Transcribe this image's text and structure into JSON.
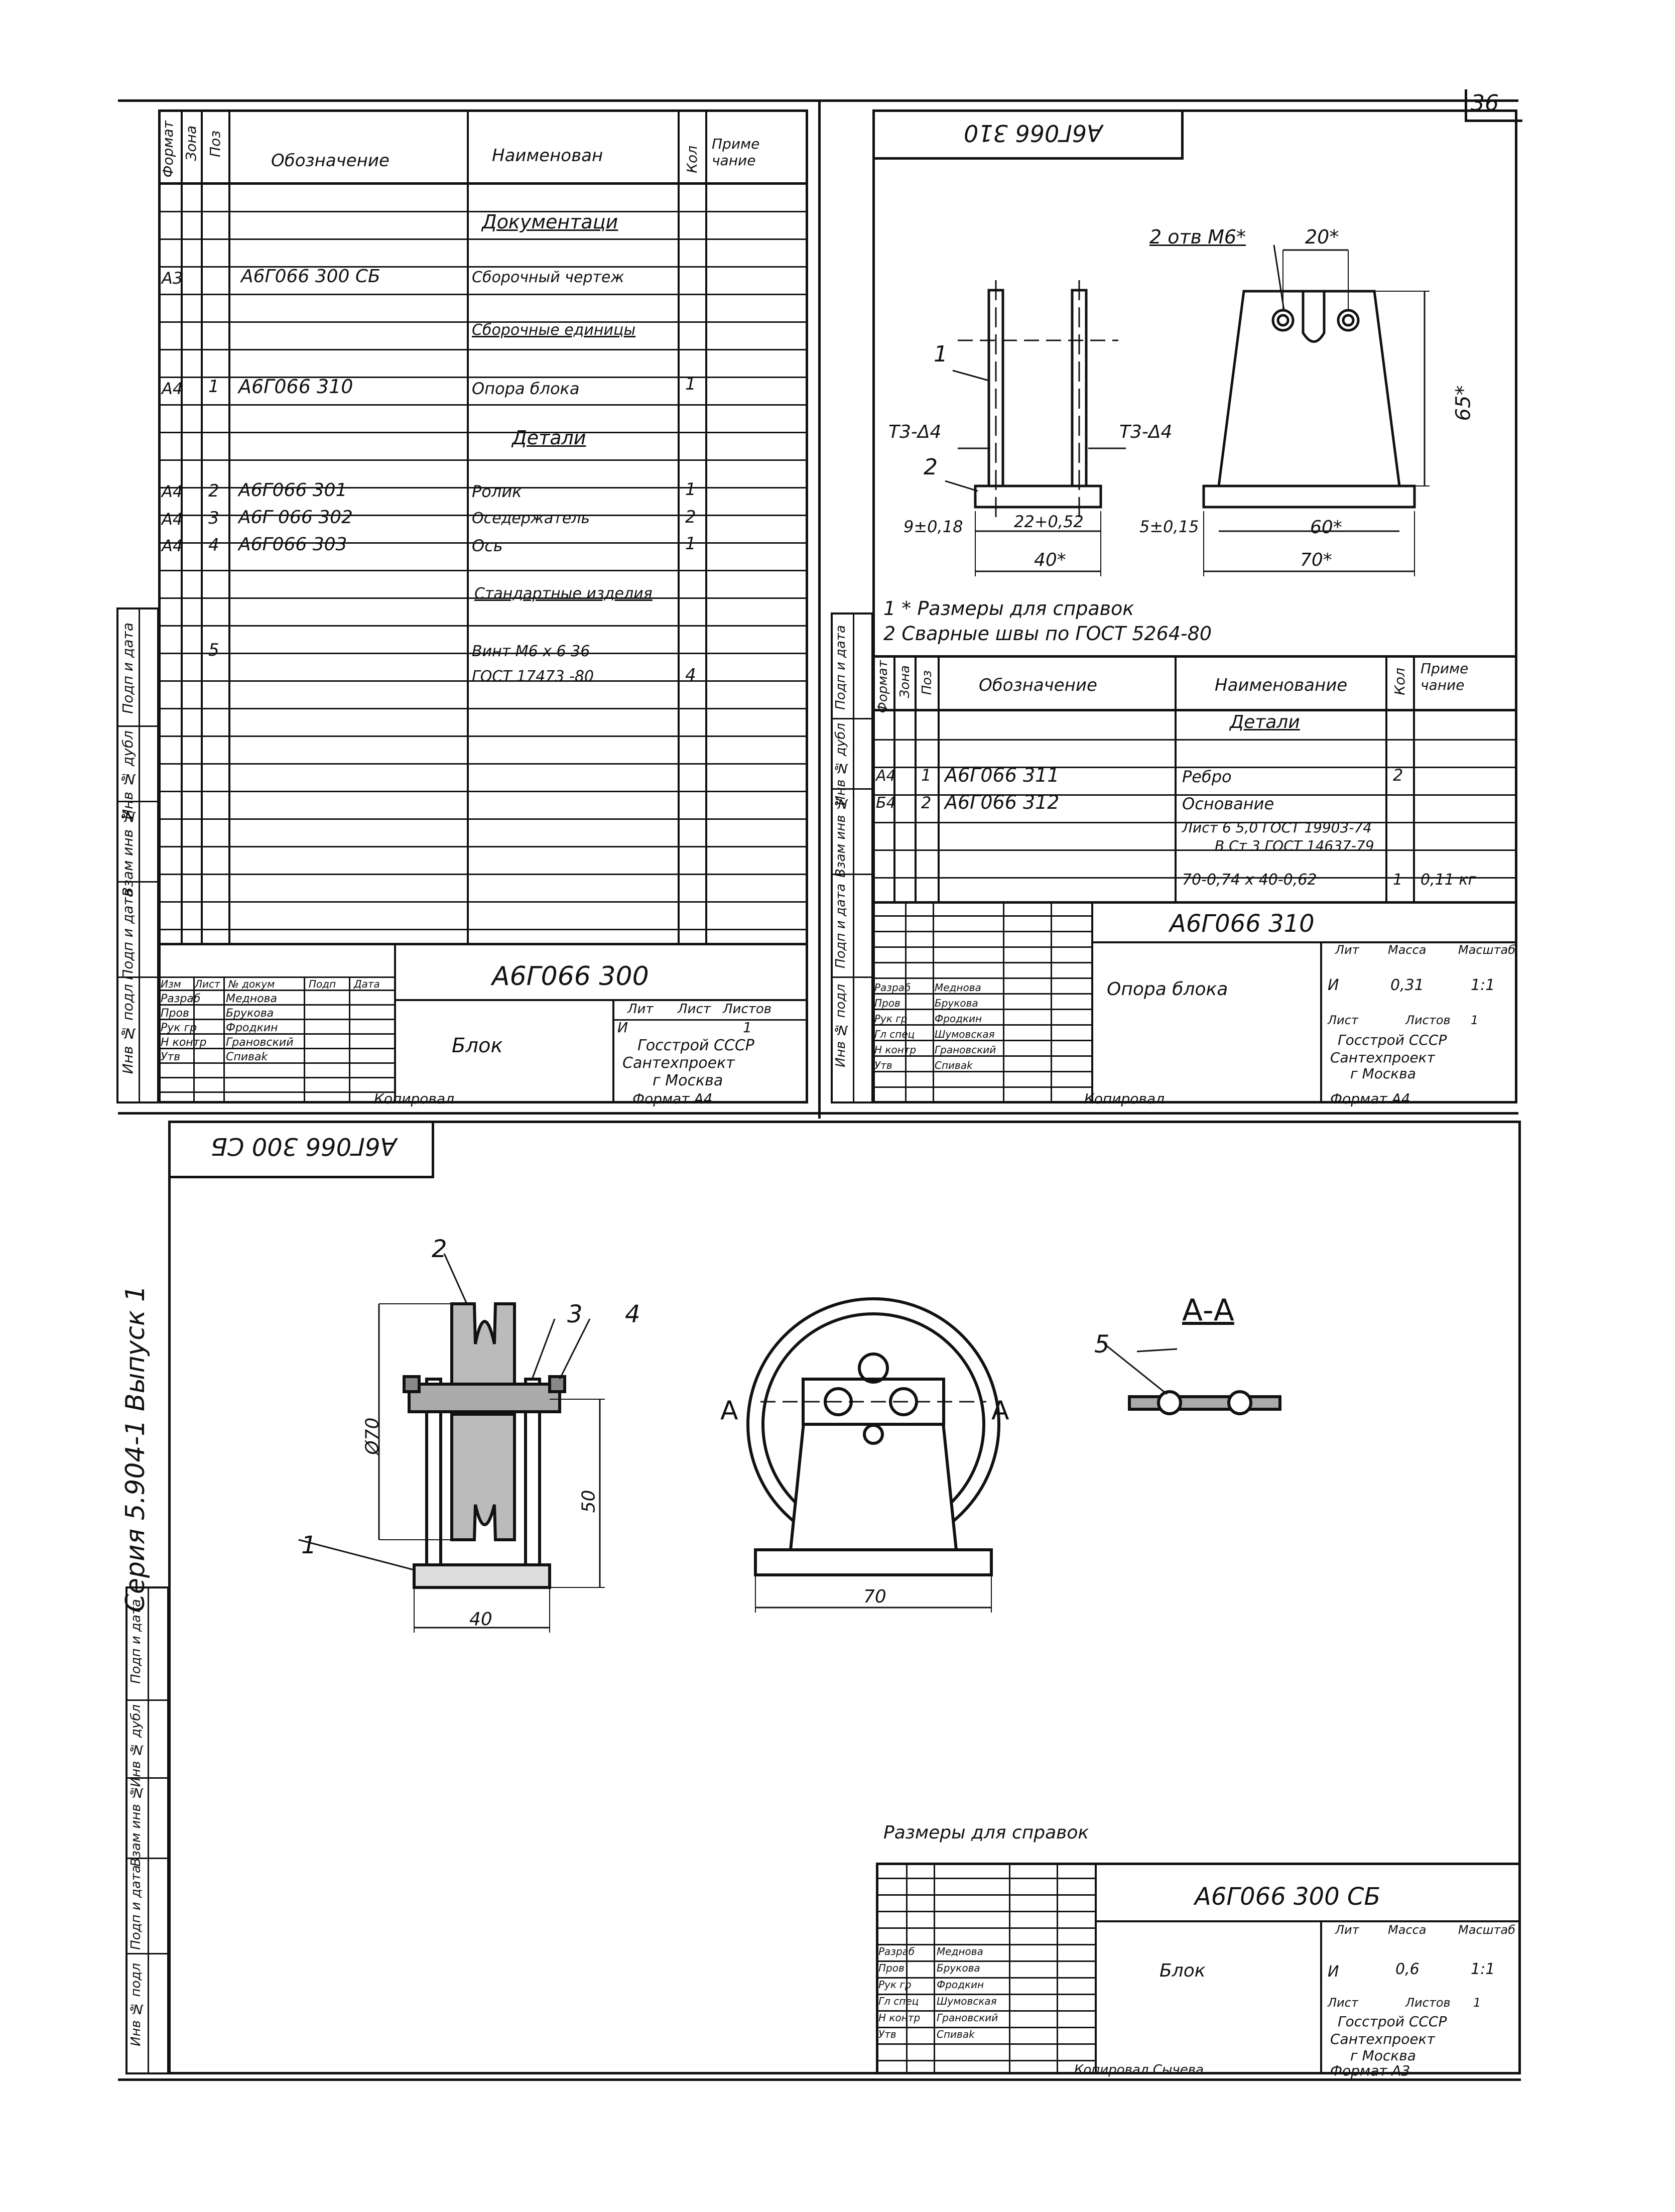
{
  "sheet_number": "36",
  "left_spec": {
    "headers": {
      "format": "Формат",
      "zone": "Зона",
      "pos": "Поз",
      "designation": "Обозначение",
      "name": "Наименован",
      "qty": "Кол",
      "note": "Приме чание"
    },
    "sections": {
      "documentation": "Документаци",
      "assemblies": "Сборочные единицы",
      "details": "Детали",
      "standard": "Стандартные изделия"
    },
    "rows": [
      {
        "fmt": "А3",
        "pos": "",
        "des": "А6Г066 300 СБ",
        "name": "Сборочный чертеж",
        "qty": ""
      },
      {
        "fmt": "А4",
        "pos": "1",
        "des": "А6Г066 310",
        "name": "Опора блока",
        "qty": "1"
      },
      {
        "fmt": "А4",
        "pos": "2",
        "des": "А6Г066 301",
        "name": "Ролик",
        "qty": "1"
      },
      {
        "fmt": "А4",
        "pos": "3",
        "des": "А6Г 066 302",
        "name": "Оседержатель",
        "qty": "2"
      },
      {
        "fmt": "А4",
        "pos": "4",
        "des": "А6Г066 303",
        "name": "Ось",
        "qty": "1"
      },
      {
        "fmt": "",
        "pos": "5",
        "des": "",
        "name": "Винт М6 х 6 36",
        "qty": ""
      },
      {
        "fmt": "",
        "pos": "",
        "des": "",
        "name": "ГОСТ 17473 -80",
        "qty": "4"
      }
    ],
    "title_block": {
      "code": "А6Г066 300",
      "title": "Блок",
      "lit_label": "Лит",
      "sheet_label": "Лист",
      "sheets_label": "Листов",
      "lit": "И",
      "sheets": "1",
      "org1": "Госстрой СССР",
      "org2": "Сантехпроект",
      "org3": "г Москва",
      "copied": "Копировал",
      "format": "Формат А4",
      "roles": [
        "Разраб",
        "Пров",
        "Рук гр",
        "Н контр",
        "Утв"
      ],
      "names": [
        "Меднова",
        "Бруковa",
        "Фродкин",
        "Грановский",
        "Спиваk"
      ],
      "hdr": [
        "Изм",
        "Лист",
        "№ докум",
        "Подп",
        "Дата"
      ]
    }
  },
  "right_drawing": {
    "stamp_code": "А6Г066 310",
    "dims": {
      "holes": "2 отв М6*",
      "pitch": "20*",
      "height": "65*",
      "weld_l": "Т3-Δ4",
      "weld_r": "Т3-Δ4",
      "d1": "9±0,18",
      "d2": "22+0,52",
      "d3": "5±0,15",
      "w1": "40*",
      "w2": "60*",
      "w3": "70*",
      "l1": "1",
      "l2": "2"
    },
    "notes": [
      "1 * Размеры для справок",
      "2 Сварные швы по ГОСТ 5264-80"
    ],
    "spec": {
      "headers": {
        "format": "Формат",
        "zone": "Зона",
        "pos": "Поз",
        "designation": "Обозначение",
        "name": "Наименование",
        "qty": "Кол",
        "note": "Приме чание"
      },
      "section": "Детали",
      "rows": [
        {
          "fmt": "А4",
          "pos": "1",
          "des": "А6Г066 311",
          "name": "Ребро",
          "qty": "2"
        },
        {
          "fmt": "Б4",
          "pos": "2",
          "des": "А6Г066 312",
          "name": "Основание",
          "qty": ""
        }
      ],
      "material1": "Лист  6 5,0 ГОСТ 19903-74",
      "material2": "В Ст 3 ГОСТ 14637-79",
      "material3": "70-0,74 х 40-0,62",
      "mat_qty": "1",
      "mat_mass": "0,11 кг"
    },
    "title_block": {
      "code": "А6Г066 310",
      "title": "Опора блока",
      "lit": "И",
      "mass": "0,31",
      "scale": "1:1",
      "lit_label": "Лит",
      "mass_label": "Масса",
      "scale_label": "Масштаб",
      "sheet_label": "Лист",
      "sheets_label": "Листов",
      "sheets": "1",
      "org1": "Госстрой СССР",
      "org2": "Сантехпроект",
      "org3": "г Москва",
      "copied": "Копировал",
      "format": "Формат А4",
      "roles": [
        "Разраб",
        "Пров",
        "Рук гр",
        "Гл спец",
        "Н контр",
        "Утв"
      ],
      "names": [
        "Меднова",
        "Бруковa",
        "Фродкин",
        "Шумовская",
        "Грановский",
        "Спиваk"
      ]
    }
  },
  "bottom_drawing": {
    "stamp_code": "А6Г066 300 СБ",
    "series": "Серия 5.904-1  Выпуск 1",
    "labels": {
      "p1": "1",
      "p2": "2",
      "p3": "3",
      "p4": "4",
      "p5": "5",
      "dia": "Ø70",
      "h50": "50",
      "w40": "40",
      "w70": "70",
      "a": "А",
      "section": "А-А"
    },
    "note": "Размеры для справок",
    "title_block": {
      "code": "А6Г066 300 СБ",
      "title": "Блок",
      "lit": "И",
      "mass": "0,6",
      "scale": "1:1",
      "lit_label": "Лит",
      "mass_label": "Масса",
      "scale_label": "Масштаб",
      "sheet_label": "Лист",
      "sheets_label": "Листов",
      "sheets": "1",
      "org1": "Госстрой СССР",
      "org2": "Сантехпроект",
      "org3": "г Москва",
      "copied": "Копировал  Сычева",
      "format": "Формат А3",
      "roles": [
        "Разраб",
        "Пров",
        "Рук гр",
        "Гл спец",
        "Н контр",
        "Утв"
      ],
      "names": [
        "Меднова",
        "Бруковa",
        "Фродкин",
        "Шумовская",
        "Грановский",
        "Спиваk"
      ]
    }
  },
  "side_stamps": [
    "Инв № подл",
    "Подп и дата",
    "Взам инв №",
    "Инв № дубл",
    "Подп и дата"
  ]
}
